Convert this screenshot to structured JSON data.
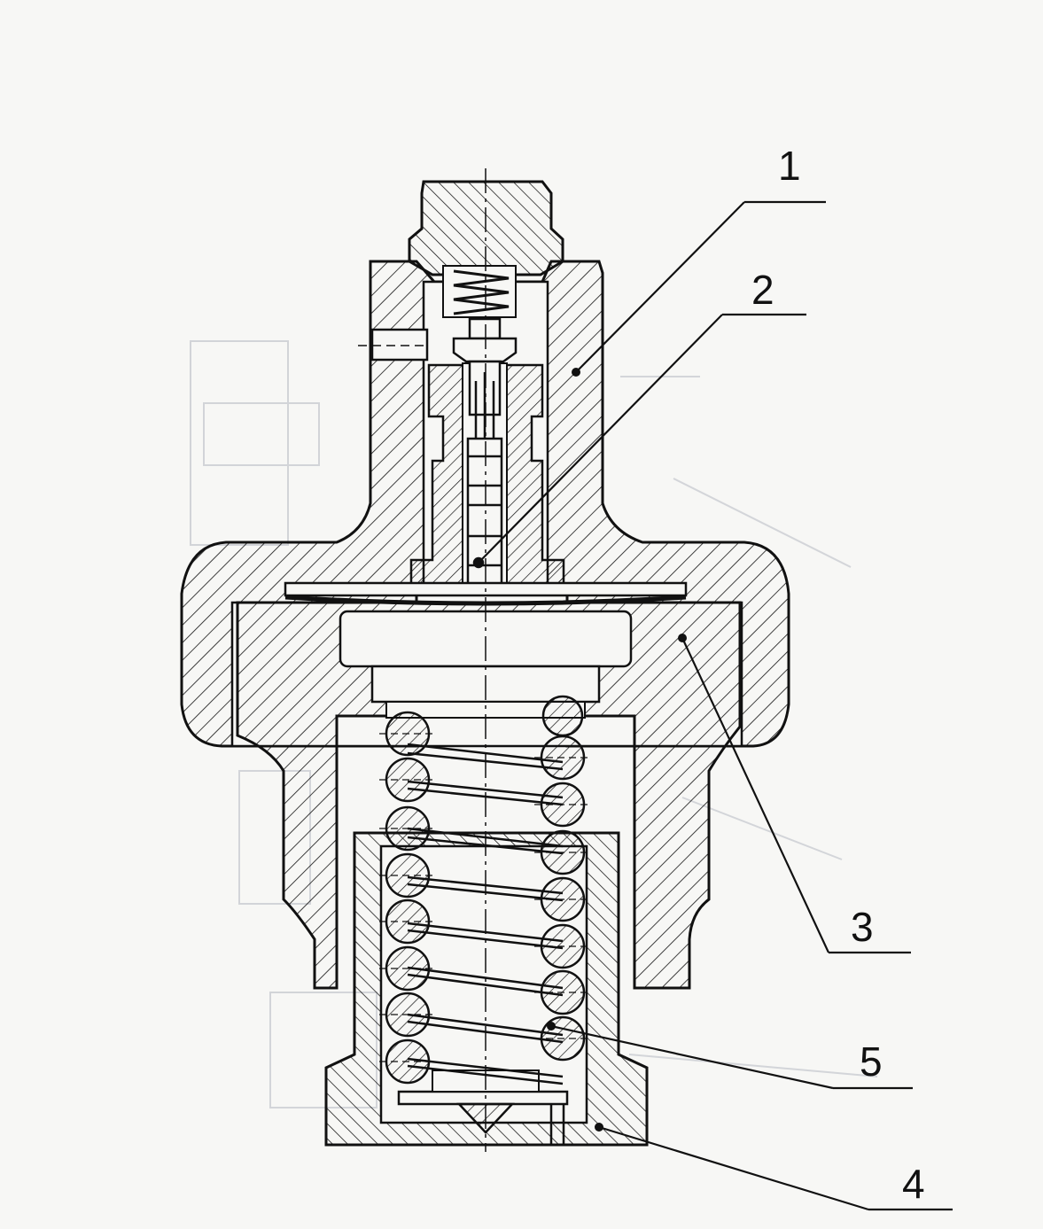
{
  "callouts": [
    {
      "id": "1",
      "text": "1"
    },
    {
      "id": "2",
      "text": "2"
    },
    {
      "id": "3",
      "text": "3"
    },
    {
      "id": "4",
      "text": "4"
    },
    {
      "id": "5",
      "text": "5"
    }
  ],
  "colors": {
    "ink": "#111111",
    "paper": "#f7f7f5",
    "ghost": "#c9ccd2"
  }
}
